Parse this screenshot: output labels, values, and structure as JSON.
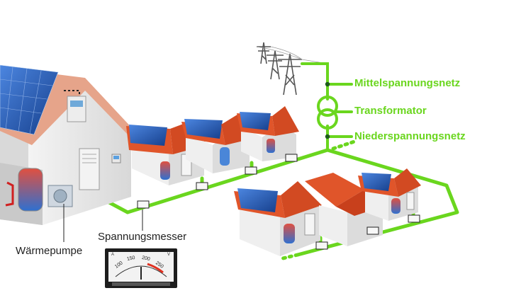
{
  "labels": {
    "mittelspannung": "Mittelspannungsnetz",
    "transformator": "Transformator",
    "niederspannung": "Niederspannungsnetz",
    "spannungsmesser": "Spannungsmesser",
    "waermepumpe": "Wärmepumpe"
  },
  "meter": {
    "unit_left": "A",
    "unit_right": "V",
    "ticks": [
      "100",
      "150",
      "200",
      "250"
    ]
  },
  "colors": {
    "grid_line": "#6ad61e",
    "roof": "#e0552a",
    "solar": "#2a5fb8",
    "wall": "#eeeeee"
  }
}
